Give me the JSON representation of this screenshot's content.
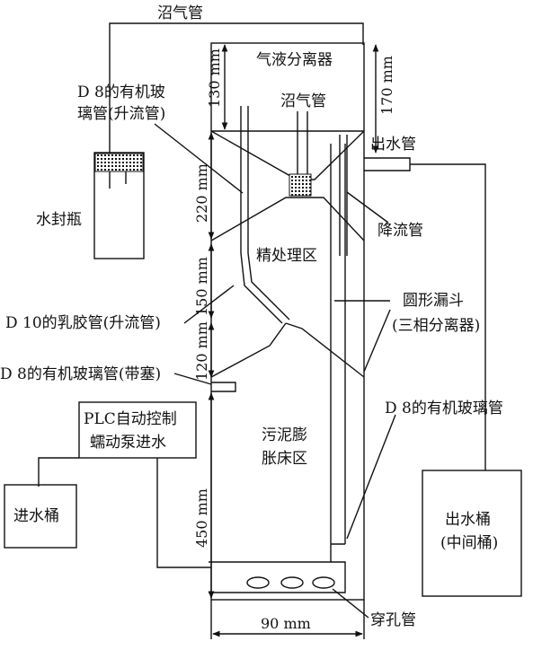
{
  "labels": {
    "biogas_pipe_top": "沼气管",
    "gas_liquid_separator": "气液分离器",
    "biogas_pipe_inner": "沼气管",
    "glass_tube_riser_line1": "D 8的有机玻",
    "glass_tube_riser_line2": "璃管(升流管)",
    "water_seal_bottle": "水封瓶",
    "outlet_pipe": "出水管",
    "downcomer": "降流管",
    "polishing_zone": "精处理区",
    "funnel_line1": "圆形漏斗",
    "funnel_line2": "(三相分离器)",
    "rubber_tube_riser": "D 10的乳胶管(升流管)",
    "glass_tube_plugged": "D 8的有机玻璃管(带塞)",
    "glass_tube_right": "D 8的有机玻璃管",
    "plc_line1": "PLC自动控制",
    "plc_line2": "蠕动泵进水",
    "inlet_bucket": "进水桶",
    "sludge_zone_line1": "污泥膨",
    "sludge_zone_line2": "胀床区",
    "outlet_bucket_line1": "出水桶",
    "outlet_bucket_line2": "(中间桶)",
    "perforated_pipe": "穿孔管"
  },
  "dimensions": {
    "top_130": "130 mm",
    "top_170": "170 mm",
    "h_220": "220 mm",
    "h_150": "150 mm",
    "h_120": "120 mm",
    "h_450": "450 mm",
    "width_90": "90 mm"
  }
}
